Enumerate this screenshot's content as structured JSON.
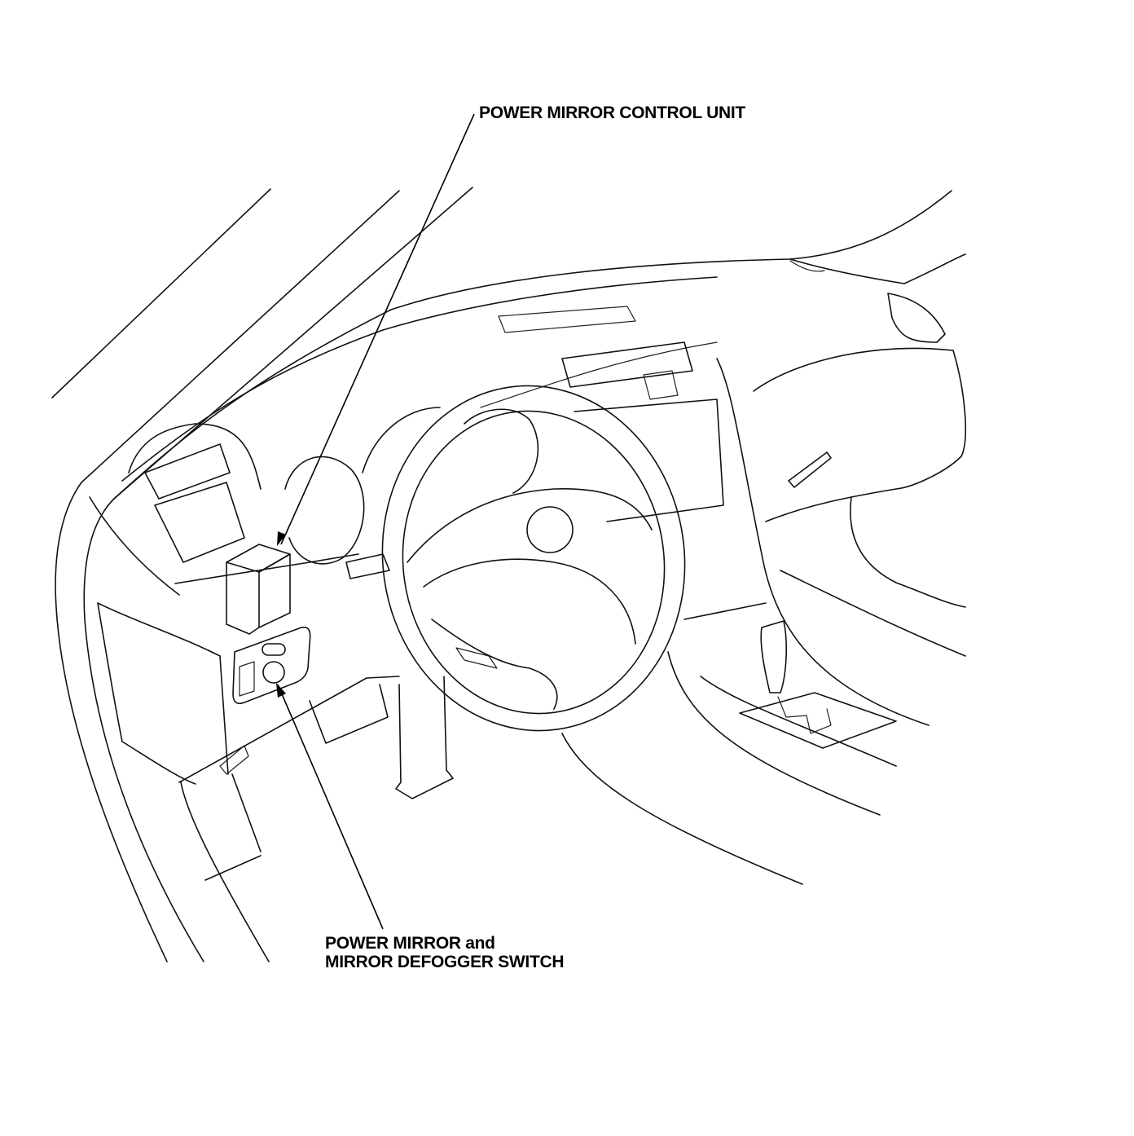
{
  "diagram": {
    "callouts": {
      "control_unit": "POWER MIRROR CONTROL UNIT",
      "switch_line1": "POWER MIRROR and",
      "switch_line2": "MIRROR DEFOGGER SWITCH"
    }
  }
}
